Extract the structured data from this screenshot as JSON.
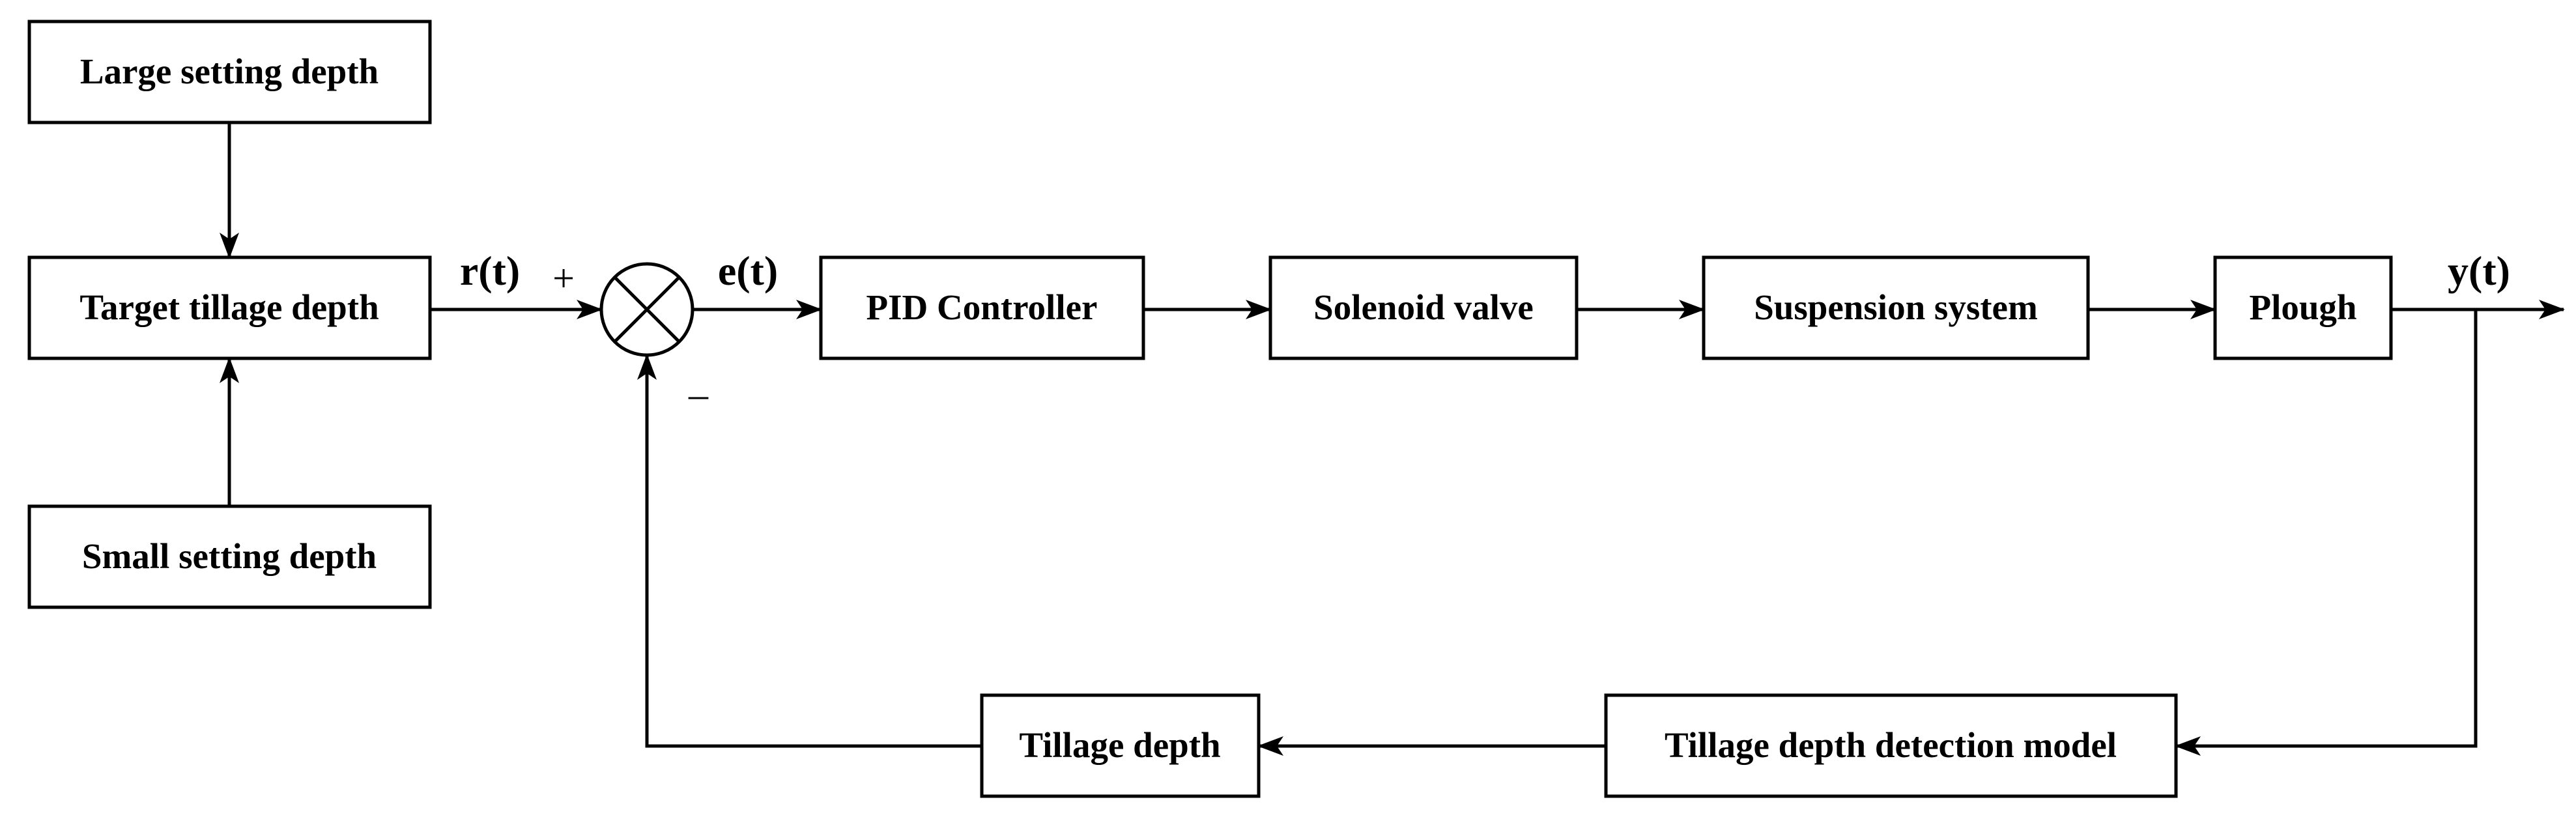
{
  "blocks": {
    "large_setting_depth": "Large setting depth",
    "target_tillage_depth": "Target tillage depth",
    "small_setting_depth": "Small setting depth",
    "pid_controller": "PID Controller",
    "solenoid_valve": "Solenoid valve",
    "suspension_system": "Suspension system",
    "plough": "Plough",
    "tillage_depth_detection_model": "Tillage depth detection model",
    "tillage_depth": "Tillage depth"
  },
  "signals": {
    "reference": "r(t)",
    "error": "e(t)",
    "output": "y(t)"
  },
  "summing_junction": {
    "plus_sign": "+",
    "minus_sign": "–"
  }
}
